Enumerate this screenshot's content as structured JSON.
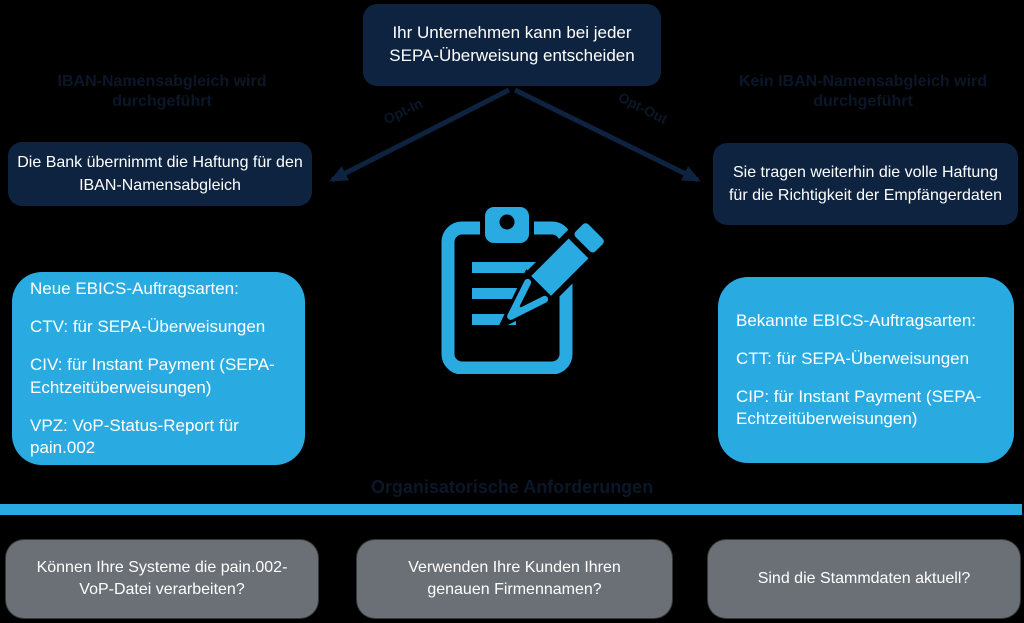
{
  "colors": {
    "background": "#000000",
    "navy": "#0D2340",
    "cyan": "#29ABE2",
    "gray": "#6A7076",
    "faint_text": "#0B1728",
    "text": "#FFFFFF"
  },
  "top_box": {
    "text": "Ihr Unternehmen kann bei jeder SEPA-Überweisung entscheiden"
  },
  "branches": {
    "left": {
      "heading": "IBAN-Namensabgleich wird durchgeführt",
      "arrow_label": "Opt-In",
      "liability": "Die Bank übernimmt die Haftung für den IBAN-Namensabgleich",
      "details": {
        "title": "Neue EBICS-Auftragsarten:",
        "items": [
          "CTV: für SEPA-Überweisungen",
          "CIV: für Instant Payment (SEPA-Echtzeitüberweisungen)",
          "VPZ: VoP-Status-Report für pain.002"
        ]
      }
    },
    "right": {
      "heading": "Kein IBAN-Namensabgleich wird durchgeführt",
      "arrow_label": "Opt-Out",
      "liability": "Sie tragen weiterhin die volle Haftung für die Richtigkeit der Empfängerdaten",
      "details": {
        "title": "Bekannte EBICS-Auftragsarten:",
        "items": [
          "CTT: für SEPA-Überweisungen",
          "CIP: für Instant Payment (SEPA-Echtzeitüberweisungen)"
        ]
      }
    }
  },
  "center_icon": "clipboard-pencil-icon",
  "bottom": {
    "heading": "Organisatorische Anforderungen",
    "questions": [
      "Können Ihre Systeme die pain.002-VoP-Datei verarbeiten?",
      "Verwenden Ihre Kunden Ihren genauen Firmennamen?",
      "Sind die Stammdaten aktuell?"
    ]
  }
}
